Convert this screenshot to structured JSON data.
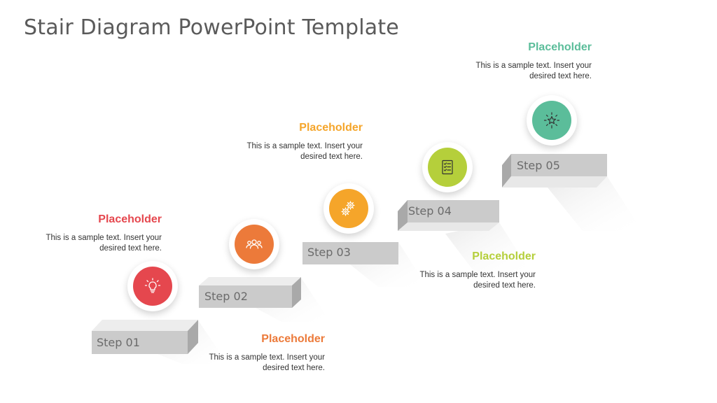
{
  "title": "Stair Diagram PowerPoint Template",
  "steps": [
    {
      "label": "Step 01",
      "color": "#e5474e",
      "icon": "lightbulb-icon"
    },
    {
      "label": "Step 02",
      "color": "#ec7a3a",
      "icon": "team-icon"
    },
    {
      "label": "Step 03",
      "color": "#f5a52a",
      "icon": "gears-icon"
    },
    {
      "label": "Step 04",
      "color": "#b5cf3b",
      "icon": "checklist-icon"
    },
    {
      "label": "Step 05",
      "color": "#5bbd9a",
      "icon": "star-burst-icon"
    }
  ],
  "placeholders": [
    {
      "heading": "Placeholder",
      "line1": "This is a sample text. Insert your",
      "line2": "desired text here.",
      "color": "#e5474e"
    },
    {
      "heading": "Placeholder",
      "line1": "This is a sample text. Insert your",
      "line2": "desired text here.",
      "color": "#ec7a3a"
    },
    {
      "heading": "Placeholder",
      "line1": "This is a sample text. Insert your",
      "line2": "desired text here.",
      "color": "#f5a52a"
    },
    {
      "heading": "Placeholder",
      "line1": "This is a sample text. Insert your",
      "line2": "desired text here.",
      "color": "#b5cf3b"
    },
    {
      "heading": "Placeholder",
      "line1": "This is a sample text. Insert your",
      "line2": "desired text here.",
      "color": "#5bbd9a"
    }
  ]
}
